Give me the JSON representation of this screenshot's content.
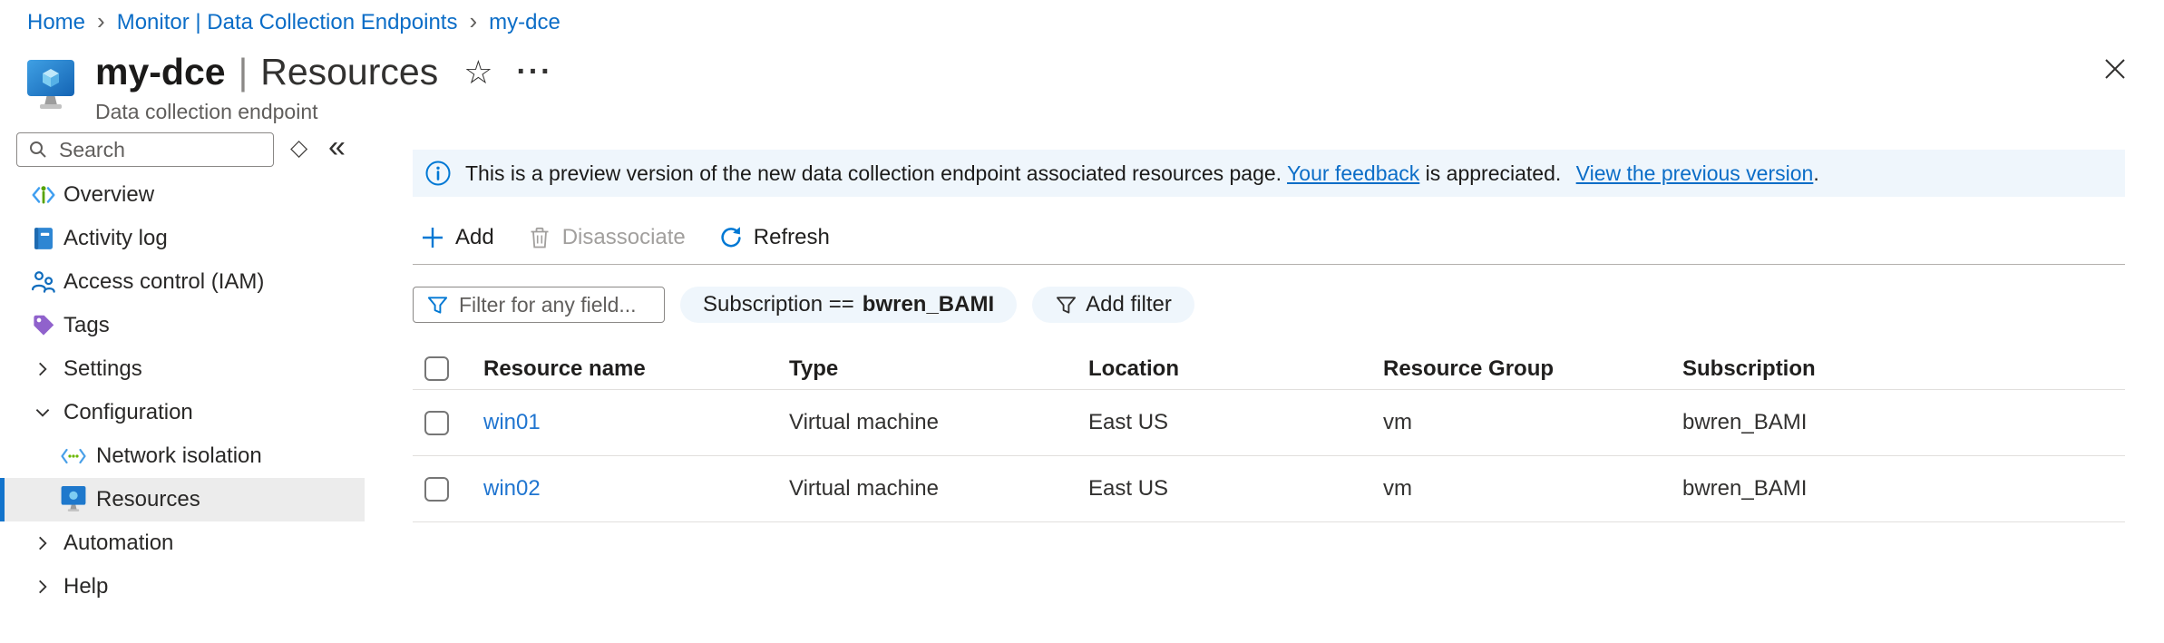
{
  "breadcrumb": {
    "items": [
      "Home",
      "Monitor | Data Collection Endpoints",
      "my-dce"
    ],
    "separator": "›"
  },
  "header": {
    "title_primary": "my-dce",
    "title_separator": "|",
    "title_secondary": "Resources",
    "subtitle": "Data collection endpoint",
    "star_glyph": "☆",
    "ellipsis_glyph": "···"
  },
  "sidebar": {
    "search_placeholder": "Search",
    "reorder_glyph": "◇",
    "collapse_glyph": "«",
    "items": [
      {
        "label": "Overview",
        "icon": "overview-icon"
      },
      {
        "label": "Activity log",
        "icon": "activity-log-icon"
      },
      {
        "label": "Access control (IAM)",
        "icon": "access-control-icon"
      },
      {
        "label": "Tags",
        "icon": "tags-icon"
      },
      {
        "label": "Settings",
        "type": "group-collapsed"
      },
      {
        "label": "Configuration",
        "type": "group-expanded"
      },
      {
        "label": "Network isolation",
        "icon": "network-isolation-icon",
        "indent": true
      },
      {
        "label": "Resources",
        "icon": "resources-icon",
        "indent": true,
        "selected": true
      },
      {
        "label": "Automation",
        "type": "group-collapsed"
      },
      {
        "label": "Help",
        "type": "group-collapsed"
      }
    ]
  },
  "banner": {
    "text_1": "This is a preview version of the new data collection endpoint associated resources page.",
    "link_1": "Your feedback",
    "text_2": "is appreciated.",
    "link_2": "View the previous version",
    "text_3": "."
  },
  "toolbar": {
    "add_label": "Add",
    "disassociate_label": "Disassociate",
    "refresh_label": "Refresh",
    "disassociate_disabled": true
  },
  "filters": {
    "input_placeholder": "Filter for any field...",
    "subscription_filter_label": "Subscription ==",
    "subscription_filter_value": "bwren_BAMI",
    "add_filter_label": "Add filter"
  },
  "table": {
    "columns": [
      "Resource name",
      "Type",
      "Location",
      "Resource Group",
      "Subscription"
    ],
    "rows": [
      {
        "resource_name": "win01",
        "type": "Virtual machine",
        "location": "East US",
        "resource_group": "vm",
        "subscription": "bwren_BAMI"
      },
      {
        "resource_name": "win02",
        "type": "Virtual machine",
        "location": "East US",
        "resource_group": "vm",
        "subscription": "bwren_BAMI"
      }
    ]
  },
  "colors": {
    "accent": "#0078d4",
    "breadcrumb_link": "#0b6dc7",
    "table_link": "#2075d0",
    "banner_bg": "#eff6fc",
    "pill_bg": "#eff6fc",
    "selected_item_bg": "#ececec",
    "selected_item_bar": "#1374cc",
    "disabled_text": "#a19f9d",
    "divider": "#e1dfdd",
    "toolbar_divider": "#b3b0ad"
  }
}
